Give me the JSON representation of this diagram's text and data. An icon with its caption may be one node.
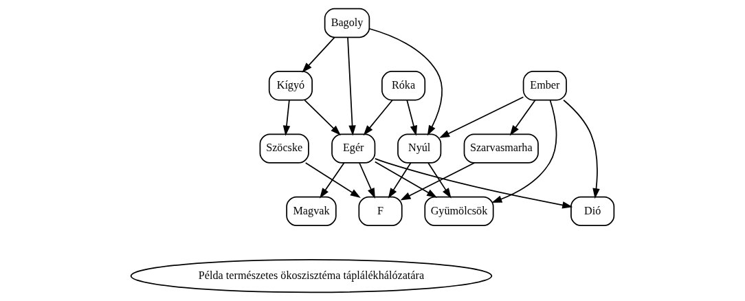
{
  "diagram": {
    "nodes": [
      {
        "text": [
          "Kígyó"
        ]
      },
      {
        "text": [
          "Bagoly"
        ]
      },
      {
        "text": [
          "Róka"
        ]
      },
      {
        "text": [
          "Ember"
        ]
      },
      {
        "text": [
          "Szöcske"
        ]
      },
      {
        "text": [
          "Egér"
        ]
      },
      {
        "text": [
          "Nyúl"
        ]
      },
      {
        "text": [
          "Szarvasmarha"
        ]
      },
      {
        "text": [
          "Magvak"
        ]
      },
      {
        "text": [
          "F"
        ]
      },
      {
        "text": [
          "Dió"
        ]
      },
      {
        "text": [
          "Gyümölcsök"
        ]
      },
      {
        "text": [
          "Példa természetes ökoszisztéma táplálékhálózatára"
        ]
      }
    ],
    "edges": [
      {
        "from": 1,
        "to": 0,
        "arrow": "to"
      },
      {
        "from": 0,
        "to": 5,
        "arrow": "to"
      },
      {
        "from": 0,
        "to": 4,
        "arrow": "to"
      },
      {
        "from": 1,
        "to": 5,
        "arrow": "to"
      },
      {
        "from": 1,
        "to": 6,
        "arrow": "to"
      },
      {
        "from": 2,
        "to": 5,
        "arrow": "to"
      },
      {
        "from": 2,
        "to": 6,
        "arrow": "to"
      },
      {
        "from": 3,
        "to": 6,
        "arrow": "to"
      },
      {
        "from": 3,
        "to": 7,
        "arrow": "to"
      },
      {
        "from": 3,
        "to": 10,
        "arrow": "to"
      },
      {
        "from": 3,
        "to": 11,
        "arrow": "to"
      },
      {
        "from": 4,
        "to": 9,
        "arrow": "to"
      },
      {
        "from": 5,
        "to": 8,
        "arrow": "to"
      },
      {
        "from": 5,
        "to": 9,
        "arrow": "to"
      },
      {
        "from": 5,
        "to": 10,
        "arrow": "to"
      },
      {
        "from": 5,
        "to": 11,
        "arrow": "to"
      },
      {
        "from": 6,
        "to": 9,
        "arrow": "to"
      },
      {
        "from": 6,
        "to": 11,
        "arrow": "to"
      },
      {
        "from": 7,
        "to": 9,
        "arrow": "to"
      }
    ]
  }
}
